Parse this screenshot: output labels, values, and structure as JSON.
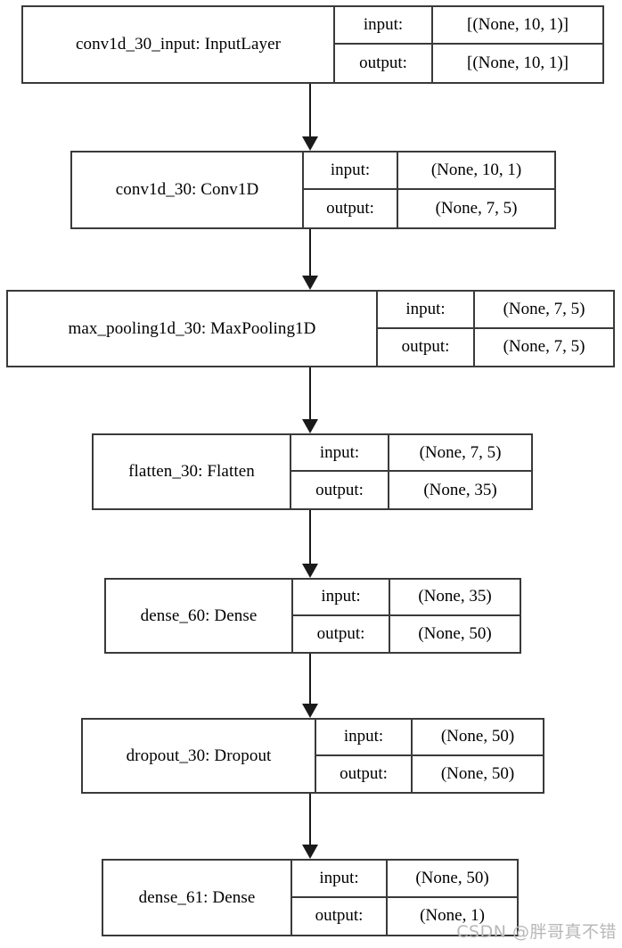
{
  "diagram": {
    "title": "Keras model architecture plot",
    "type": "neural-network-layer-graph",
    "io_labels": {
      "input": "input:",
      "output": "output:"
    },
    "nodes": [
      {
        "id": "conv1d_30_input",
        "name": "conv1d_30_input: InputLayer",
        "input": "[(None, 10, 1)]",
        "output": "[(None, 10, 1)]"
      },
      {
        "id": "conv1d_30",
        "name": "conv1d_30: Conv1D",
        "input": "(None, 10, 1)",
        "output": "(None, 7, 5)"
      },
      {
        "id": "max_pooling1d_30",
        "name": "max_pooling1d_30: MaxPooling1D",
        "input": "(None, 7, 5)",
        "output": "(None, 7, 5)"
      },
      {
        "id": "flatten_30",
        "name": "flatten_30: Flatten",
        "input": "(None, 7, 5)",
        "output": "(None, 35)"
      },
      {
        "id": "dense_60",
        "name": "dense_60: Dense",
        "input": "(None, 35)",
        "output": "(None, 50)"
      },
      {
        "id": "dropout_30",
        "name": "dropout_30: Dropout",
        "input": "(None, 50)",
        "output": "(None, 50)"
      },
      {
        "id": "dense_61",
        "name": "dense_61: Dense",
        "input": "(None, 50)",
        "output": "(None, 1)"
      }
    ],
    "edges": [
      {
        "from": "conv1d_30_input",
        "to": "conv1d_30"
      },
      {
        "from": "conv1d_30",
        "to": "max_pooling1d_30"
      },
      {
        "from": "max_pooling1d_30",
        "to": "flatten_30"
      },
      {
        "from": "flatten_30",
        "to": "dense_60"
      },
      {
        "from": "dense_60",
        "to": "dropout_30"
      },
      {
        "from": "dropout_30",
        "to": "dense_61"
      }
    ],
    "watermark": "CSDN @胖哥真不错",
    "colors": {
      "border": "#3a3a3a",
      "edge": "#1a1a1a",
      "background": "#ffffff",
      "text": "#000000",
      "watermark": "#b8b8b8"
    }
  }
}
